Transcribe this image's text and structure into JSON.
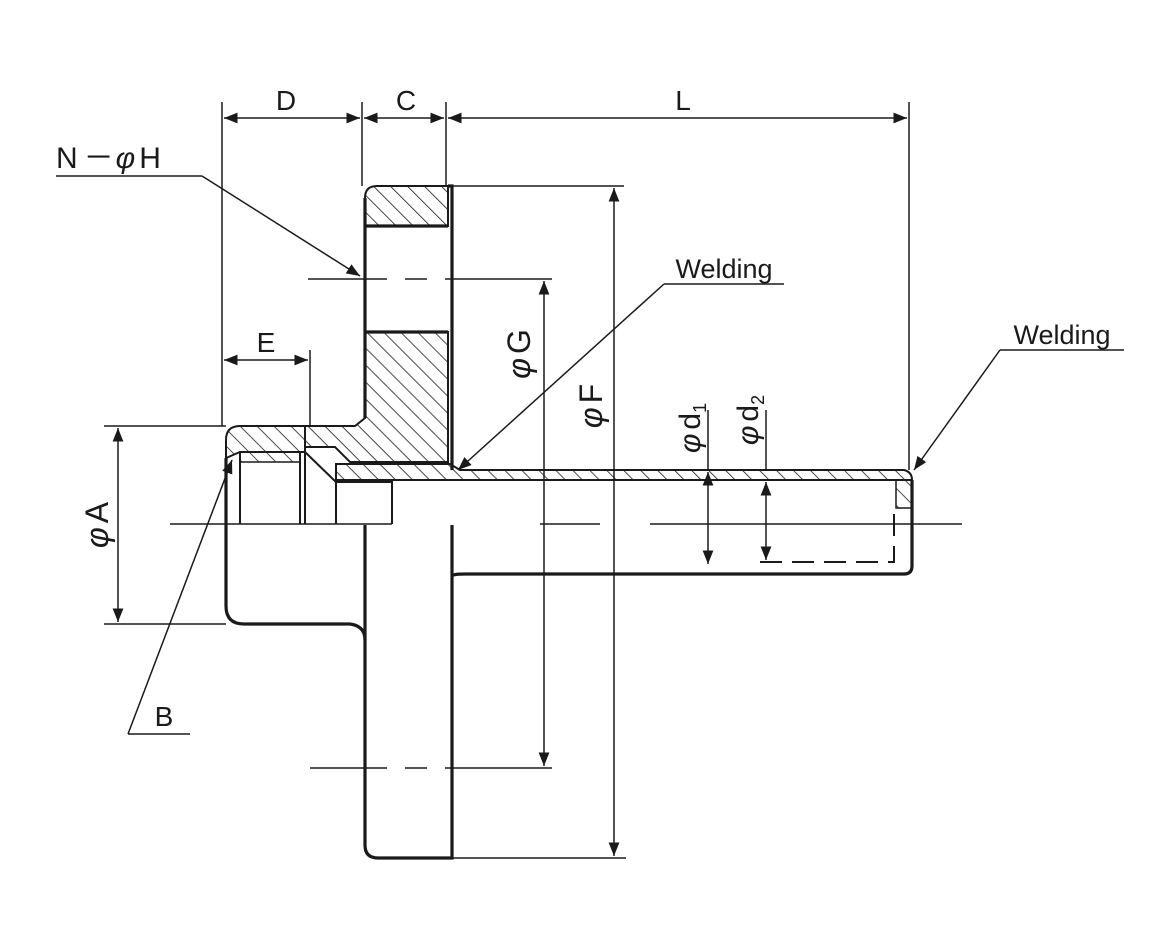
{
  "labels": {
    "D": "D",
    "C": "C",
    "L": "L",
    "N_H_prefix": "N",
    "N_H_dash": "－",
    "N_H_phi": "φ",
    "N_H_letter": "H",
    "E": "E",
    "B": "B",
    "phiA_phi": "φ",
    "phiA_letter": "A",
    "phiG_phi": "φ",
    "phiG_letter": "G",
    "phiF_phi": "φ",
    "phiF_letter": "F",
    "phid1_phi": "φ",
    "phid1_letter": "d",
    "phid1_sub": "1",
    "phid2_phi": "φ",
    "phid2_letter": "d",
    "phid2_sub": "2",
    "welding_center": "Welding",
    "welding_right": "Welding"
  },
  "colors": {
    "ink": "#1a1a1a",
    "paper": "#ffffff"
  }
}
